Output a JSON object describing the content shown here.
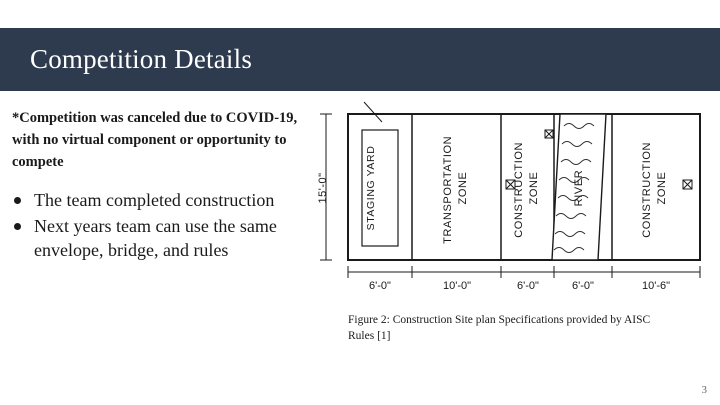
{
  "slide": {
    "title": "Competition Details",
    "page_number": "3",
    "accent_color": "#2e3b4e",
    "note": "*Competition was canceled due to COVID-19, with no virtual component or opportunity to compete",
    "bullets": [
      "The team completed construction",
      "Next years team can use the same envelope, bridge, and rules"
    ],
    "caption": "Figure 2: Construction Site plan Specifications provided by AISC Rules [1]"
  },
  "figure": {
    "height_label": "15'-0\"",
    "zones": [
      {
        "name": "STAGING YARD",
        "width_label": "6'-0\""
      },
      {
        "name": "TRANSPORTATION ZONE",
        "width_label": "10'-0\""
      },
      {
        "name": "CONSTRUCTION ZONE",
        "width_label": "6'-0\""
      },
      {
        "name": "RIVER",
        "width_label": "6'-0\""
      },
      {
        "name": "CONSTRUCTION ZONE",
        "width_label": "10'-6\""
      }
    ]
  }
}
